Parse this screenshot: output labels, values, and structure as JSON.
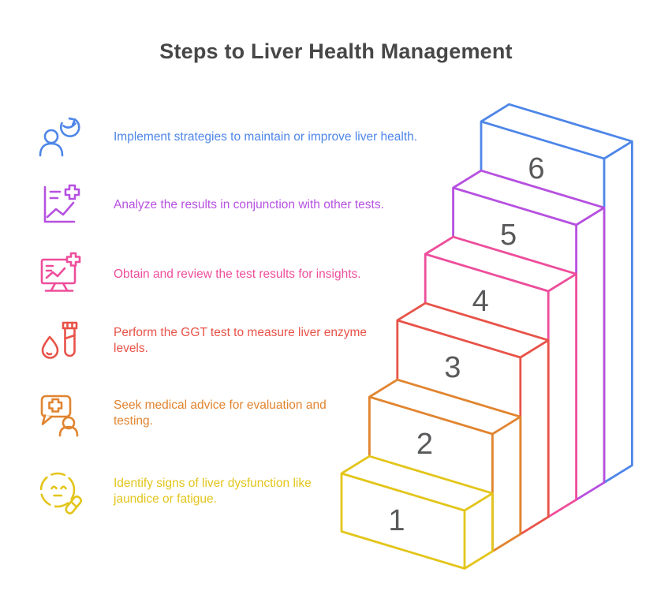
{
  "title": "Steps to Liver Health Management",
  "steps": [
    {
      "number": "1",
      "color": "#E3C51B",
      "icon": "face-symptoms-icon",
      "lines": [
        "Identify signs of liver dysfunction like",
        "jaundice or fatigue."
      ]
    },
    {
      "number": "2",
      "color": "#E1842F",
      "icon": "medical-consult-icon",
      "lines": [
        "Seek medical advice for evaluation and",
        "testing."
      ]
    },
    {
      "number": "3",
      "color": "#E85349",
      "icon": "blood-test-icon",
      "lines": [
        "Perform the GGT test to measure liver enzyme",
        "levels."
      ]
    },
    {
      "number": "4",
      "color": "#EE4D9B",
      "icon": "monitor-chart-icon",
      "lines": [
        "Obtain and review the test results for insights."
      ]
    },
    {
      "number": "5",
      "color": "#B650E0",
      "icon": "chart-cross-icon",
      "lines": [
        "Analyze the results in conjunction with other tests."
      ]
    },
    {
      "number": "6",
      "color": "#4E86E8",
      "icon": "person-refresh-icon",
      "lines": [
        "Implement strategies to maintain or improve liver health."
      ]
    }
  ],
  "number_color": "#58595B"
}
